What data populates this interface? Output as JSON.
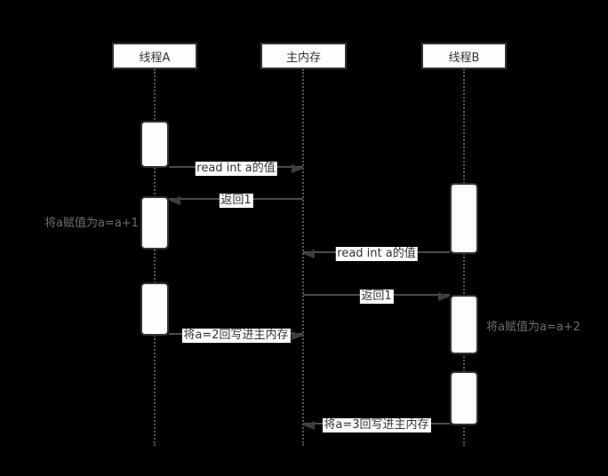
{
  "diagram": {
    "type": "uml-sequence-diagram",
    "colors": {
      "background": "#000000",
      "shape_fill": "#fefefe",
      "shape_border": "#333333",
      "lifeline": "#555555",
      "arrow_line": "#4a4a4a",
      "arrowhead": "#3d3d3d",
      "message_text": "#333333",
      "note_text": "#6e6e6e"
    },
    "actors": [
      {
        "id": "thread-a",
        "label": "线程A"
      },
      {
        "id": "main-memory",
        "label": "主内存"
      },
      {
        "id": "thread-b",
        "label": "线程B"
      }
    ],
    "messages": [
      {
        "from": "线程A",
        "to": "主内存",
        "direction": "right",
        "label": "read int a的值"
      },
      {
        "from": "主内存",
        "to": "线程A",
        "direction": "left",
        "label": "返回1"
      },
      {
        "from": "线程B",
        "to": "主内存",
        "direction": "left",
        "label": "read int a的值"
      },
      {
        "from": "主内存",
        "to": "线程B",
        "direction": "right",
        "label": "返回1"
      },
      {
        "from": "线程A",
        "to": "主内存",
        "direction": "right",
        "label": "将a=2回写进主内存"
      },
      {
        "from": "线程B",
        "to": "主内存",
        "direction": "left",
        "label": "将a=3回写进主内存"
      }
    ],
    "notes": [
      {
        "attached_to": "线程A",
        "label": "将a赋值为a=a+1"
      },
      {
        "attached_to": "线程B",
        "label": "将a赋值为a=a+2"
      }
    ]
  }
}
